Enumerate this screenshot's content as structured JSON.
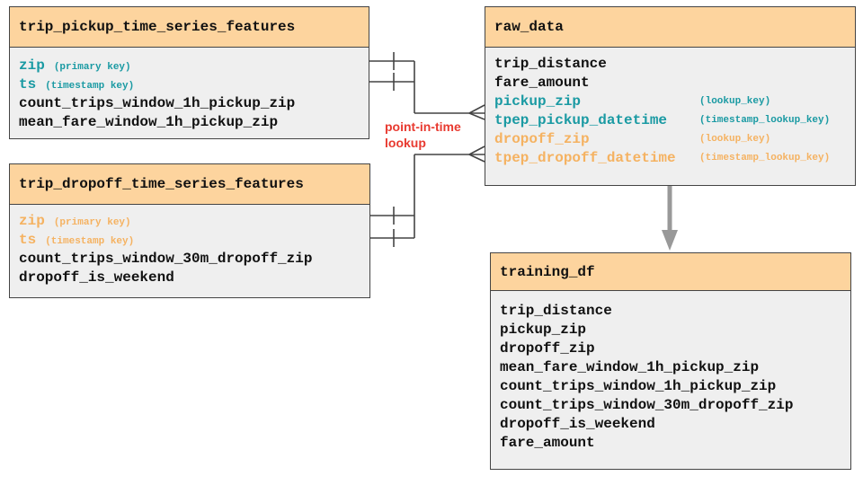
{
  "annotation": {
    "line1": "point-in-time",
    "line2": "lookup",
    "color": "#e83a30"
  },
  "colors": {
    "header_fill": "#fdd49e",
    "body_fill": "#efefef",
    "teal": "#1a9aa3",
    "orange": "#f5b261"
  },
  "pickup_table": {
    "title": "trip_pickup_time_series_features",
    "keys": [
      {
        "name": "zip",
        "note": "(primary key)"
      },
      {
        "name": "ts",
        "note": "(timestamp key)"
      }
    ],
    "fields": [
      "count_trips_window_1h_pickup_zip",
      "mean_fare_window_1h_pickup_zip"
    ]
  },
  "dropoff_table": {
    "title": "trip_dropoff_time_series_features",
    "keys": [
      {
        "name": "zip",
        "note": "(primary key)"
      },
      {
        "name": "ts",
        "note": "(timestamp key)"
      }
    ],
    "fields": [
      "count_trips_window_30m_dropoff_zip",
      "dropoff_is_weekend"
    ]
  },
  "raw_table": {
    "title": "raw_data",
    "fields": [
      "trip_distance",
      "fare_amount"
    ],
    "pickup_keys": [
      {
        "name": "pickup_zip",
        "note": "(lookup_key)"
      },
      {
        "name": "tpep_pickup_datetime",
        "note": "(timestamp_lookup_key)"
      }
    ],
    "dropoff_keys": [
      {
        "name": "dropoff_zip",
        "note": "(lookup_key)"
      },
      {
        "name": "tpep_dropoff_datetime",
        "note": "(timestamp_lookup_key)"
      }
    ]
  },
  "training_table": {
    "title": "training_df",
    "fields": [
      "trip_distance",
      "pickup_zip",
      "dropoff_zip",
      "mean_fare_window_1h_pickup_zip",
      "count_trips_window_1h_pickup_zip",
      "count_trips_window_30m_dropoff_zip",
      "dropoff_is_weekend",
      "fare_amount"
    ]
  }
}
